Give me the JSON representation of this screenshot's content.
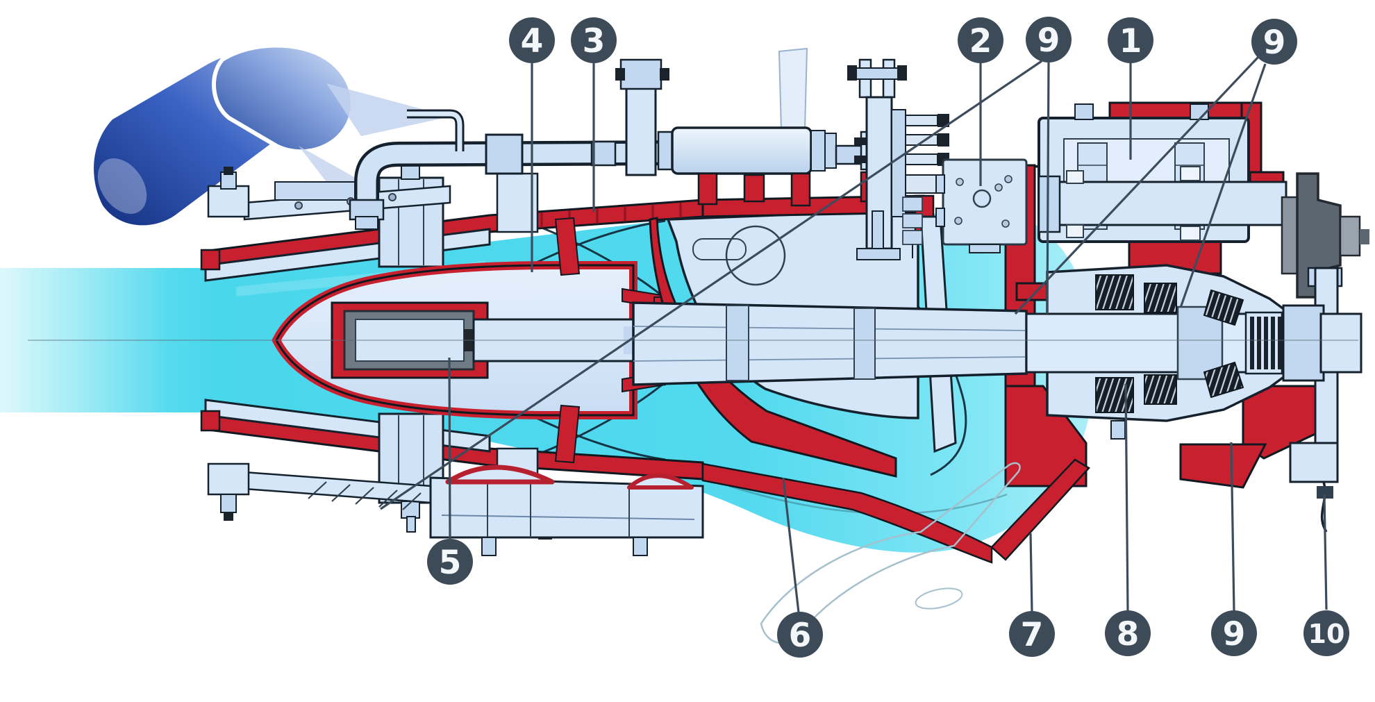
{
  "figure": {
    "description": "Cutaway cross-section diagram of a marine waterjet propulsion unit with numbered part callouts",
    "colors": {
      "callout_bg": "#3c4b57",
      "callout_text": "#f4f7f9",
      "cut_red": "#c8202f",
      "water_cyan": "#47d6ec",
      "part_blue": "#d4e6f8",
      "outline_navy": "#15222e",
      "deflector_blue": "#2c55b4",
      "coupling_gray": "#5b6670",
      "leader_line": "#3d4c5c"
    },
    "callouts": [
      {
        "id": "callout-4-top",
        "label": "4"
      },
      {
        "id": "callout-3-top",
        "label": "3"
      },
      {
        "id": "callout-2-top",
        "label": "2"
      },
      {
        "id": "callout-9-top-left",
        "label": "9"
      },
      {
        "id": "callout-1-top",
        "label": "1"
      },
      {
        "id": "callout-9-top-right",
        "label": "9"
      },
      {
        "id": "callout-5-bottom",
        "label": "5"
      },
      {
        "id": "callout-6-bottom",
        "label": "6"
      },
      {
        "id": "callout-7-bottom",
        "label": "7"
      },
      {
        "id": "callout-8-bottom",
        "label": "8"
      },
      {
        "id": "callout-9-bottom",
        "label": "9"
      },
      {
        "id": "callout-10-bottom",
        "label": "10"
      }
    ]
  }
}
